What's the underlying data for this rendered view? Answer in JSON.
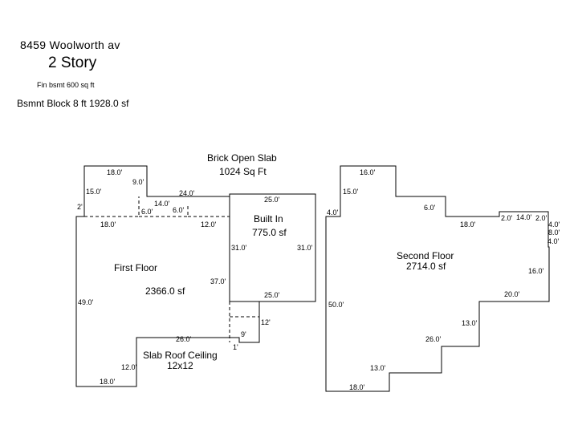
{
  "header": {
    "address": "8459 Woolworth av",
    "story": "2 Story",
    "fin_bsmt": "Fin bsmt 600 sq ft",
    "bsmt_block": "Bsmnt Block 8 ft   1928.0 sf"
  },
  "labels": {
    "brick_slab": "Brick Open Slab",
    "brick_slab_area": "1024 Sq Ft",
    "built_in": "Built In",
    "built_in_area": "775.0 sf",
    "first_floor": "First Floor",
    "first_floor_area": "2366.0 sf",
    "slab_roof": "Slab Roof Ceiling",
    "slab_roof_size": "12x12",
    "second_floor": "Second Floor",
    "second_floor_area": "2714.0 sf"
  },
  "first_floor_dims": {
    "top_left": "18.0'",
    "left_upper": "15.0'",
    "notch_right": "9.0'",
    "two_ft": "2'",
    "top_mid": "24.0'",
    "dash_14": "14.0'",
    "dash_6a": "6.0'",
    "dash_6b": "6.0'",
    "dash_18": "18.0'",
    "dash_12": "12.0'",
    "left_main": "49.0'",
    "right_37": "37.0'",
    "bottom_26": "26.0'",
    "step_12": "12.0'",
    "bottom_18": "18.0'",
    "nine_ft": "9'",
    "one_ft": "1'",
    "twelve_ft": "12'"
  },
  "built_in_dims": {
    "top": "25.0'",
    "left": "31.0'",
    "right": "31.0'",
    "bottom": "25.0'"
  },
  "second_floor_dims": {
    "top": "16.0'",
    "left_upper": "15.0'",
    "step_6": "6.0'",
    "left_4": "4.0'",
    "mid_18": "18.0'",
    "bump_2a": "2.0'",
    "bump_14": "14.0'",
    "bump_2b": "2.0'",
    "bump_4a": "4.0'",
    "bump_8": "8.0'",
    "bump_4b": "4.0'",
    "right_16": "16.0'",
    "right_20": "20.0'",
    "left_50": "50.0'",
    "mid_13": "13.0'",
    "bottom_26": "26.0'",
    "lower_13": "13.0'",
    "bottom_18": "18.0'"
  }
}
